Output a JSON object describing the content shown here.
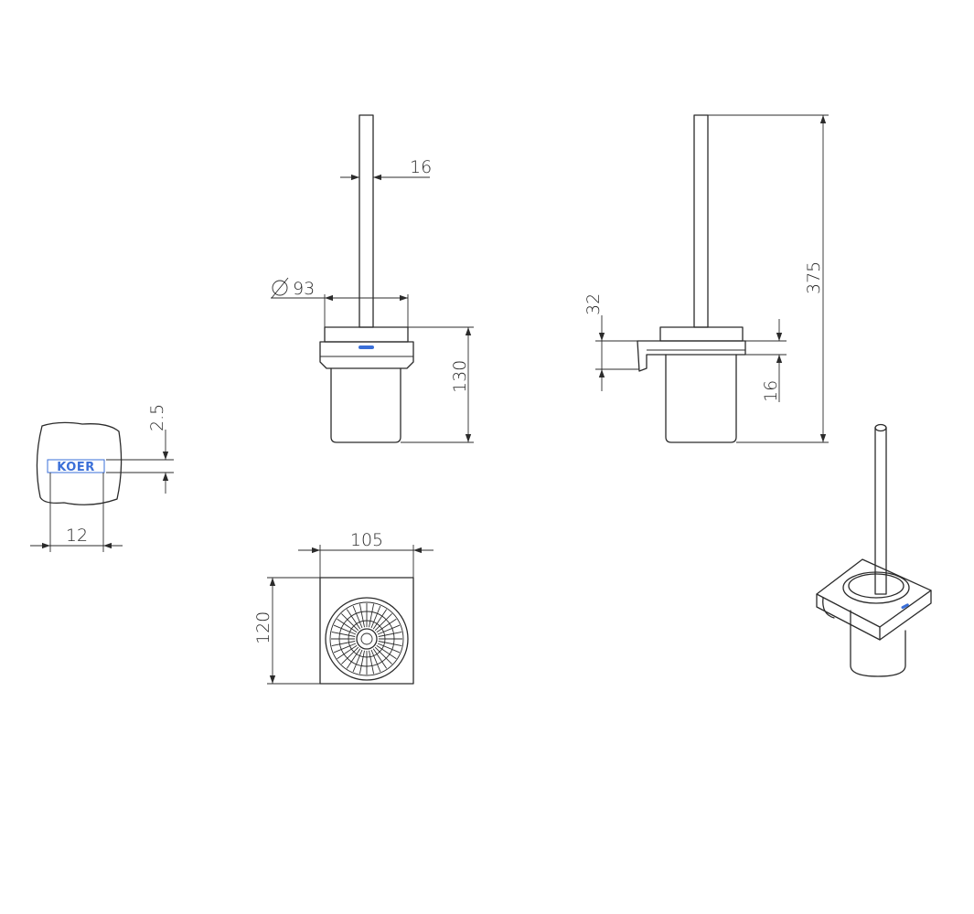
{
  "colors": {
    "line": "#2b2b2b",
    "accent": "#3a6fd8",
    "paper": "#ffffff"
  },
  "logo": {
    "text": "KOER"
  },
  "dimensions": {
    "handle_width": "16",
    "cup_diameter": "93",
    "body_height": "130",
    "bracket_height": "32",
    "lip_height": "16",
    "total_height": "375",
    "logo_recess": "2.5",
    "logo_width": "12",
    "top_width": "105",
    "top_depth": "120"
  }
}
